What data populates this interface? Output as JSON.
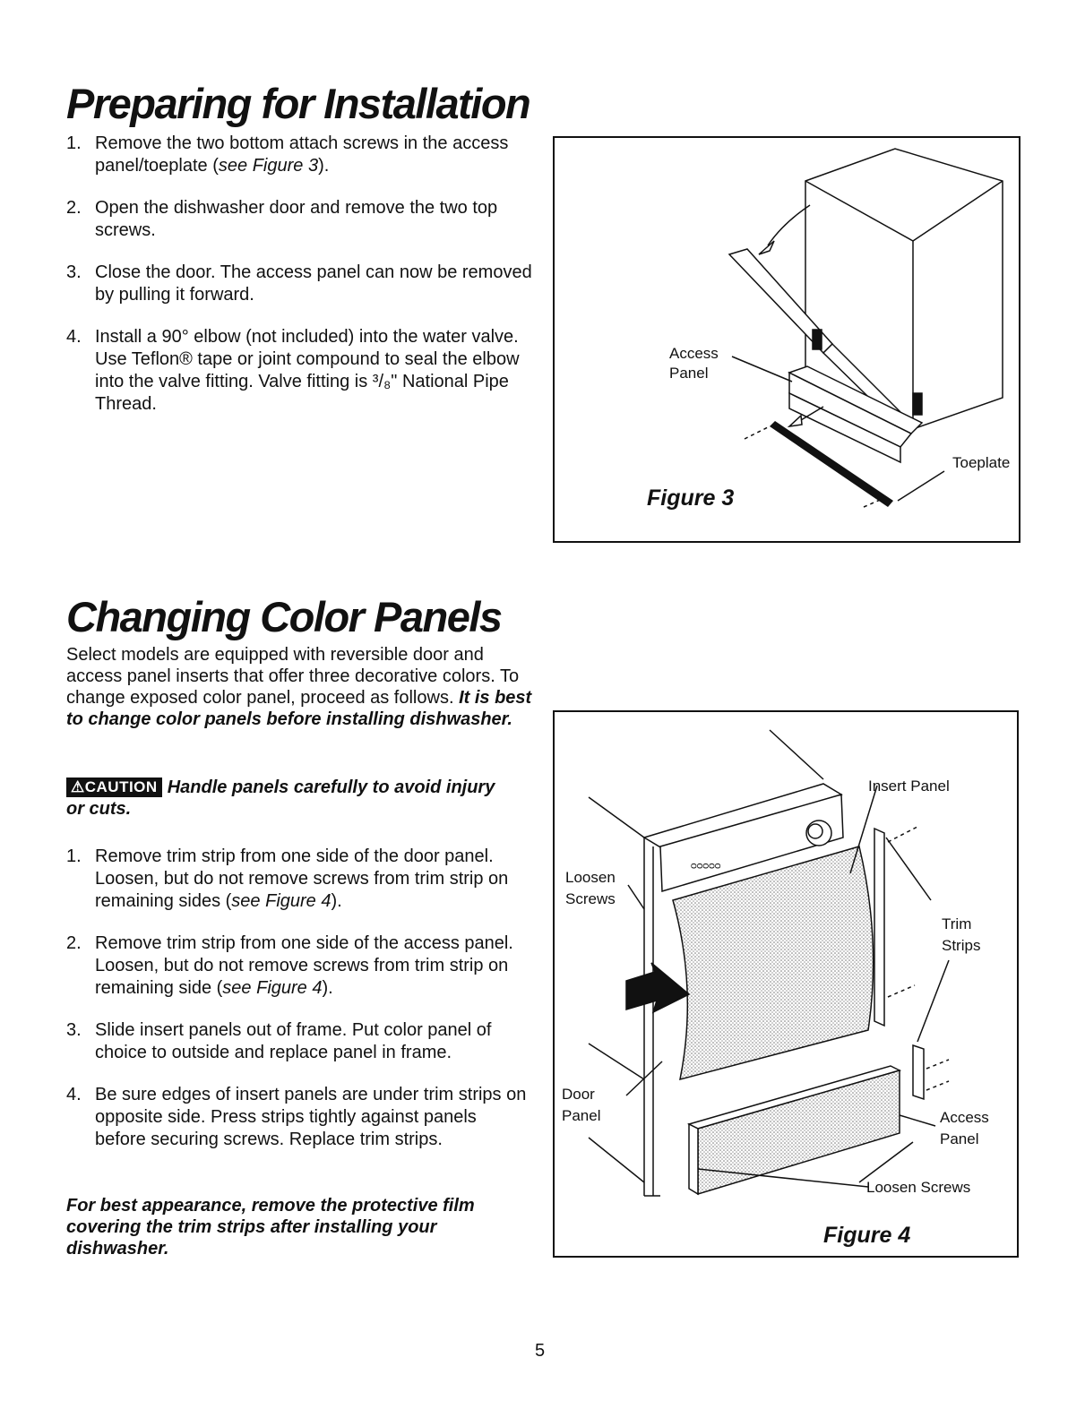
{
  "section1": {
    "title": "Preparing for Installation",
    "steps": [
      {
        "num": "1.",
        "text": "Remove the two bottom attach screws in the access panel/toeplate (",
        "ref": "see Figure 3",
        "tail": ")."
      },
      {
        "num": "2.",
        "text": "Open the dishwasher door and remove the two top screws."
      },
      {
        "num": "3.",
        "text": "Close the door. The access panel can now be removed by pulling it forward."
      },
      {
        "num": "4.",
        "text": "Install a 90° elbow (not included) into the water valve. Use Teflon® tape or joint compound to seal the elbow into the valve fitting. Valve fitting is ³/₈\" National Pipe Thread."
      }
    ]
  },
  "figure3": {
    "caption": "Figure 3",
    "labels": {
      "access_1": "Access",
      "access_2": "Panel",
      "toeplate": "Toeplate"
    }
  },
  "section2": {
    "title": "Changing Color Panels",
    "intro": "Select models are equipped with reversible door and access panel inserts that offer three decorative colors. To change exposed color panel, proceed as follows.",
    "intro_emphasis": "It is best to change color panels before installing dishwasher.",
    "caution_badge": "⚠CAUTION",
    "caution_text": "Handle panels carefully to avoid injury or cuts.",
    "steps": [
      {
        "num": "1.",
        "text": "Remove trim strip from one side of the door panel. Loosen, but do not remove screws from trim strip on remaining sides (",
        "ref": "see Figure 4",
        "tail": ")."
      },
      {
        "num": "2.",
        "text": "Remove trim strip from one side of the access panel. Loosen, but do not remove screws from trim strip on remaining side (",
        "ref": "see Figure 4",
        "tail": ")."
      },
      {
        "num": "3.",
        "text": "Slide insert panels out of frame. Put color panel of choice to outside and replace panel in frame."
      },
      {
        "num": "4.",
        "text": "Be sure edges of insert panels are under trim strips on opposite side. Press strips tightly against panels before securing screws. Replace trim strips."
      }
    ],
    "closing_note": "For best appearance, remove the protective film covering the trim strips after installing your dishwasher."
  },
  "figure4": {
    "caption": "Figure 4",
    "labels": {
      "insert_panel": "Insert Panel",
      "loosen_1": "Loosen",
      "loosen_2": "Screws",
      "trim_1": "Trim",
      "trim_2": "Strips",
      "door_1": "Door",
      "door_2": "Panel",
      "access_1": "Access",
      "access_2": "Panel",
      "loosen_screws": "Loosen Screws"
    }
  },
  "page_number": "5"
}
